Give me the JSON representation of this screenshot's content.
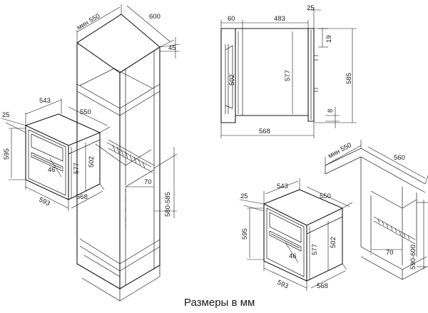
{
  "caption": "Размеры в мм",
  "tall_cabinet": {
    "min_width": "мин 550",
    "depth": "600",
    "offset": "45",
    "niche_height": "580-585"
  },
  "oven_front": {
    "top_offset": "25",
    "inner_width": "543",
    "depth": "550",
    "height": "595",
    "body_height": "502",
    "front_height": "577",
    "handle_gap": "46",
    "width": "593",
    "body_depth": "568",
    "cut_back": "70"
  },
  "side_view": {
    "front_depth": "60",
    "body_depth": "483",
    "top_gap": "25",
    "top_gap_2": "19",
    "inner_height": "502",
    "body_height": "577",
    "total_height": "585",
    "bottom_gap": "8",
    "total_depth": "568"
  },
  "undercounter": {
    "min_width": "мин 550",
    "depth": "560",
    "top_offset": "25",
    "inner_width": "543",
    "oven_depth": "550",
    "height": "595",
    "body_height": "502",
    "front_height": "577",
    "handle_gap": "46",
    "cut_back": "70",
    "niche_height": "590-600",
    "width": "593",
    "body_depth": "568"
  }
}
